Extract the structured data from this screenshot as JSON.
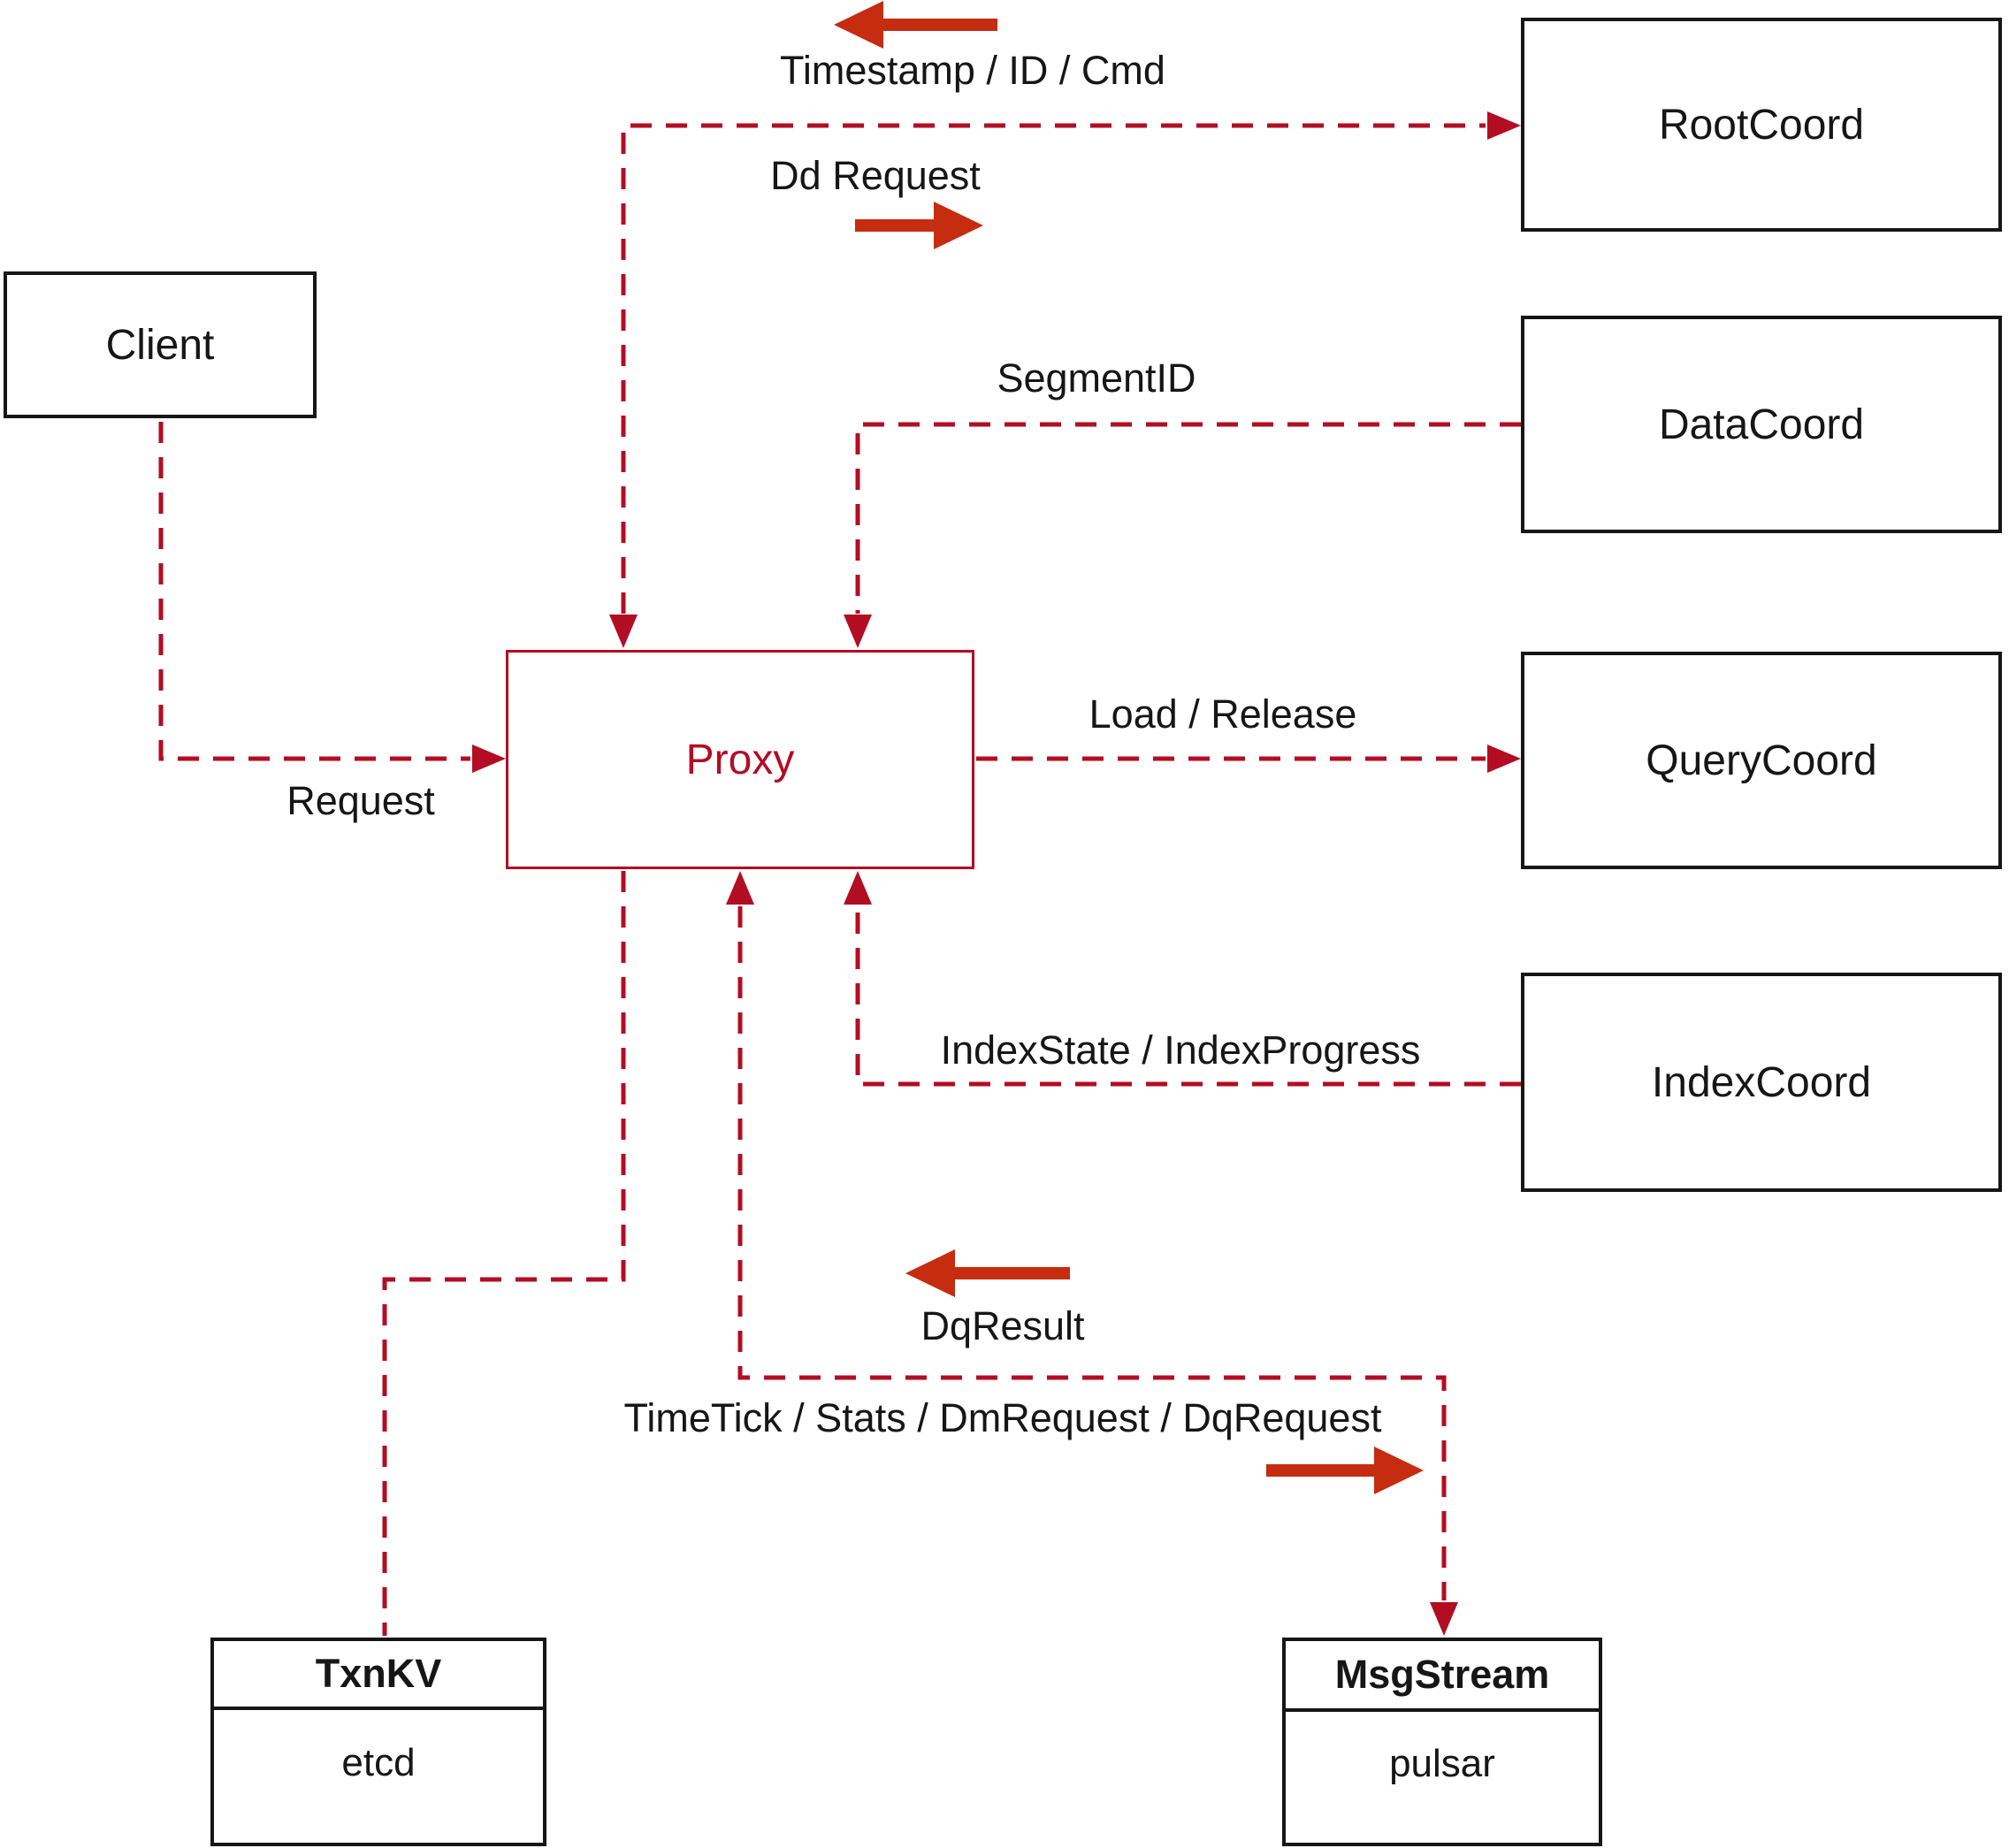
{
  "nodes": {
    "client": {
      "label": "Client"
    },
    "proxy": {
      "label": "Proxy"
    },
    "root_coord": {
      "label": "RootCoord"
    },
    "data_coord": {
      "label": "DataCoord"
    },
    "query_coord": {
      "label": "QueryCoord"
    },
    "index_coord": {
      "label": "IndexCoord"
    },
    "txn_kv": {
      "title": "TxnKV",
      "impl": "etcd"
    },
    "msg_stream": {
      "title": "MsgStream",
      "impl": "pulsar"
    }
  },
  "edges": {
    "request": {
      "label": "Request"
    },
    "timestamp_id_cmd": {
      "label": "Timestamp / ID / Cmd"
    },
    "dd_request": {
      "label": "Dd Request"
    },
    "segment_id": {
      "label": "SegmentID"
    },
    "load_release": {
      "label": "Load / Release"
    },
    "index_state": {
      "label": "IndexState / IndexProgress"
    },
    "dq_result": {
      "label": "DqResult"
    },
    "time_tick": {
      "label": "TimeTick / Stats / DmRequest / DqRequest"
    }
  },
  "colors": {
    "wire": "#b30d23",
    "solid_arrow": "#c62c10",
    "box_border": "#161616",
    "text": "#161616",
    "background": "#ffffff"
  }
}
